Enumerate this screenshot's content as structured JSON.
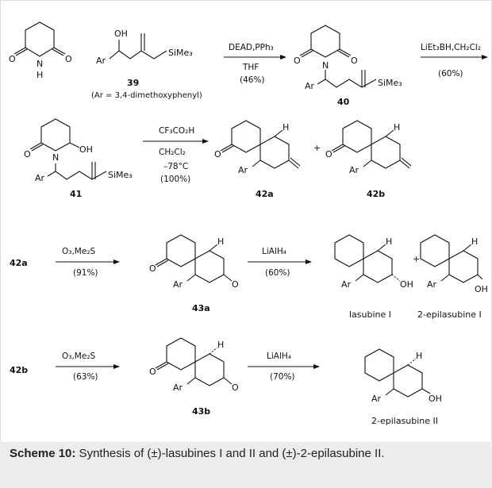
{
  "scheme": {
    "row1": {
      "reagent1_conditions": "DEAD,PPh₃",
      "reagent1_solvent": "THF",
      "reagent1_yield": "(46%)",
      "reagent2_conditions": "LiEt₃BH,CH₂Cl₂",
      "reagent2_yield": "(60%)",
      "compound39_label": "39",
      "ar_definition": "(Ar = 3,4-dimethoxyphenyl)",
      "compound40_label": "40"
    },
    "row2": {
      "reagent_conditions": "CF₃CO₂H",
      "reagent_solvent": "CH₂Cl₂",
      "reagent_temp": "–78°C",
      "reagent_yield": "(100%)",
      "compound41_label": "41",
      "compound42a_label": "42a",
      "compound42b_label": "42b",
      "plus": "+"
    },
    "row3": {
      "start_label": "42a",
      "reagent1_conditions": "O₃,Me₂S",
      "reagent1_yield": "(91%)",
      "compound43a_label": "43a",
      "reagent2_conditions": "LiAlH₄",
      "reagent2_yield": "(60%)",
      "product1_name": "lasubine I",
      "product2_name": "2-epilasubine I",
      "plus": "+"
    },
    "row4": {
      "start_label": "42b",
      "reagent1_conditions": "O₃,Me₂S",
      "reagent1_yield": "(63%)",
      "compound43b_label": "43b",
      "reagent2_conditions": "LiAlH₄",
      "reagent2_yield": "(70%)",
      "product_name": "2-epilasubine II"
    },
    "atoms": {
      "O": "O",
      "N": "N",
      "H": "H",
      "OH": "OH",
      "Ar": "Ar",
      "SiMe3": "SiMe₃"
    }
  },
  "caption": {
    "bold": "Scheme 10:",
    "text": " Synthesis of (±)-lasubines I and II and (±)-2-epilasubine II."
  }
}
